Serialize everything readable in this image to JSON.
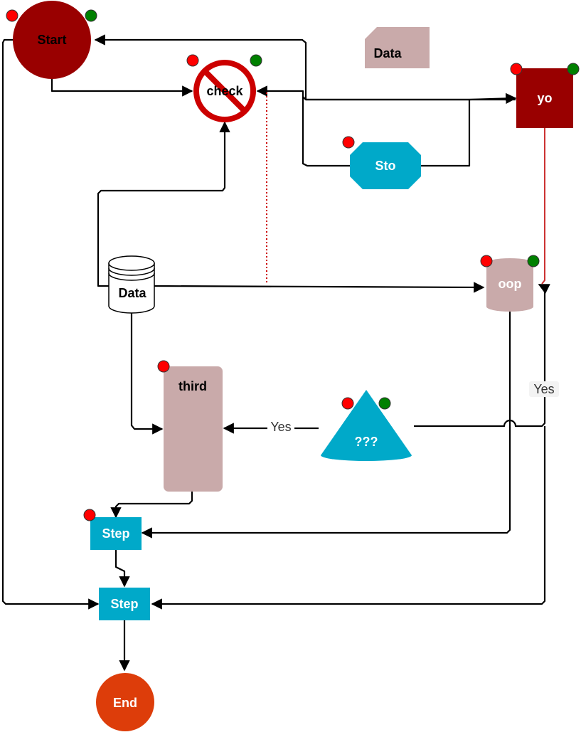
{
  "nodes": {
    "start": {
      "label": "Start",
      "fill": "#990000",
      "text_color": "#000000"
    },
    "check": {
      "label": "check",
      "icon": "no-entry-icon",
      "ring_color": "#cc0000"
    },
    "data_card": {
      "label": "Data",
      "fill": "#c9aaaa"
    },
    "yo": {
      "label": "yo",
      "fill": "#990000",
      "text_color": "#ffffff"
    },
    "sto": {
      "label": "Sto",
      "fill": "#00a9c9",
      "text_color": "#ffffff"
    },
    "data_db": {
      "label": "Data",
      "fill": "#ffffff"
    },
    "oop": {
      "label": "oop",
      "fill": "#c9aaaa",
      "text_color": "#ffffff"
    },
    "third": {
      "label": "third",
      "fill": "#c9aaaa"
    },
    "question": {
      "label": "???",
      "fill": "#00a9c9",
      "text_color": "#ffffff"
    },
    "step1": {
      "label": "Step",
      "fill": "#00a9c9",
      "text_color": "#ffffff"
    },
    "step2": {
      "label": "Step",
      "fill": "#00a9c9",
      "text_color": "#ffffff"
    },
    "end": {
      "label": "End",
      "fill": "#dd3d0a",
      "text_color": "#ffffff"
    }
  },
  "edge_labels": {
    "question_to_third": "Yes",
    "question_to_oop": "Yes"
  },
  "colors": {
    "edge": "#000000",
    "red_link": "#cc3333",
    "dot_red": "#ff0000",
    "dot_green": "#008000"
  }
}
